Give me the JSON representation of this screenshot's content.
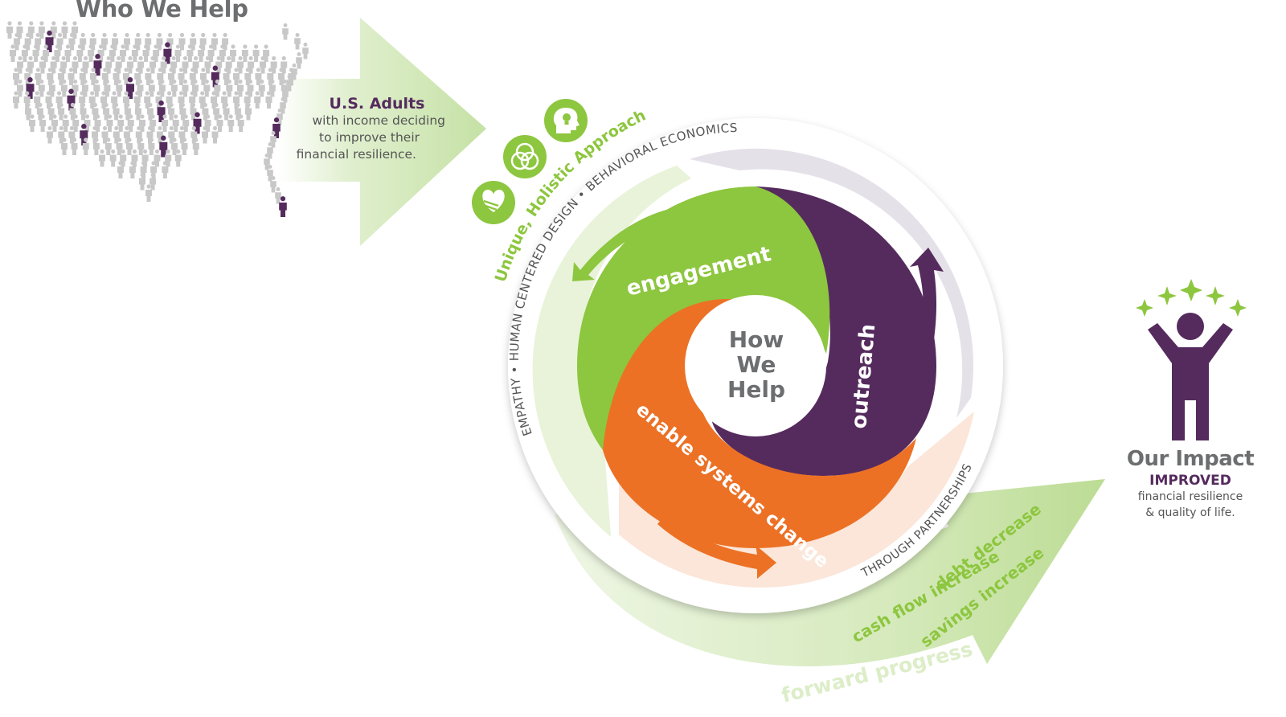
{
  "who_we_help": {
    "title": "Who We Help",
    "audience_title": "U.S. Adults",
    "audience_lines": [
      "with income deciding",
      "to improve their",
      "financial resilience."
    ]
  },
  "approach": {
    "label": "Unique, Holistic Approach",
    "icons": [
      "heart-hands-icon",
      "venn-circles-icon",
      "head-lightbulb-icon"
    ]
  },
  "ring_text": {
    "top": "EMPATHY • HUMAN CENTERED DESIGN • BEHAVIORAL ECONOMICS",
    "bottom": "THROUGH PARTNERSHIPS"
  },
  "how_we_help": {
    "center": [
      "How",
      "We",
      "Help"
    ],
    "segments": [
      {
        "label": "engagement",
        "color": "#8dc63f"
      },
      {
        "label": "outreach",
        "color": "#552b5e"
      },
      {
        "label": "enable systems change",
        "color": "#ec7125"
      }
    ]
  },
  "progress": {
    "label": "forward progress",
    "outcomes": [
      "debt decrease",
      "cash flow increase",
      "savings increase"
    ]
  },
  "impact": {
    "title": "Our Impact",
    "subtitle": "IMPROVED",
    "lines": [
      "financial resilience",
      "& quality of life."
    ]
  },
  "colors": {
    "green": "#8dc63f",
    "purple": "#552b5e",
    "orange": "#ec7125",
    "gray": "#6d6e70",
    "light_green": "#dcedc8",
    "light_purple": "#e5e1e8",
    "light_orange": "#fbe6d9"
  }
}
